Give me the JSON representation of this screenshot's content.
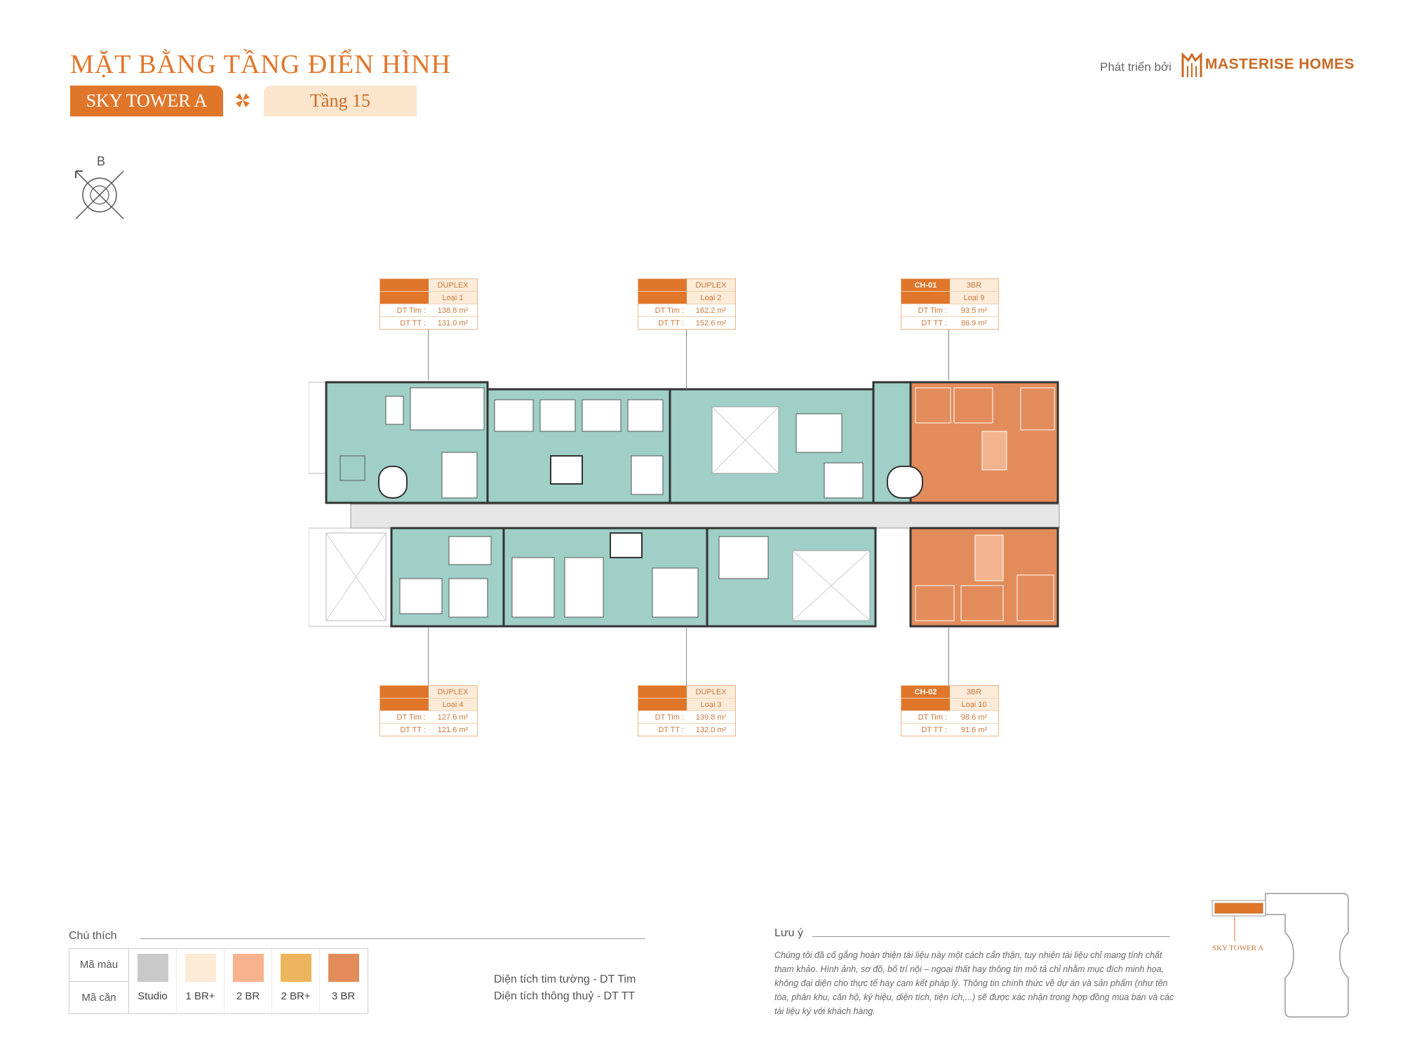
{
  "header": {
    "title": "MẶT BẰNG TẦNG ĐIỂN HÌNH",
    "tower": "SKY TOWER A",
    "floor": "Tầng 15",
    "developer_label": "Phát triển bởi",
    "brand": "MASTERISE HOMES"
  },
  "compass": {
    "direction_letter": "B"
  },
  "units": [
    {
      "code": "",
      "type": "DUPLEX",
      "variant": "Loại 1",
      "k1": "DT Tim :",
      "v1": "138.8 m²",
      "k2": "DT TT :",
      "v2": "131.0 m²"
    },
    {
      "code": "",
      "type": "DUPLEX",
      "variant": "Loại 2",
      "k1": "DT Tim :",
      "v1": "162.2 m²",
      "k2": "DT TT :",
      "v2": "152.6 m²"
    },
    {
      "code": "CH-01",
      "type": "3BR",
      "variant": "Loại 9",
      "k1": "DT Tim :",
      "v1": "93.5 m²",
      "k2": "DT TT :",
      "v2": "86.9 m²"
    },
    {
      "code": "",
      "type": "DUPLEX",
      "variant": "Loại 4",
      "k1": "DT Tim :",
      "v1": "127.6 m²",
      "k2": "DT TT :",
      "v2": "121.6 m²"
    },
    {
      "code": "",
      "type": "DUPLEX",
      "variant": "Loại 3",
      "k1": "DT Tim :",
      "v1": "139.8 m²",
      "k2": "DT TT :",
      "v2": "132.0 m²"
    },
    {
      "code": "CH-02",
      "type": "3BR",
      "variant": "Loại 10",
      "k1": "DT Tim :",
      "v1": "98.6 m²",
      "k2": "DT TT :",
      "v2": "91.6 m²"
    }
  ],
  "legend": {
    "label": "Chú thích",
    "row_color": "Mã màu",
    "row_unit": "Mã căn",
    "items": [
      {
        "name": "Studio",
        "color": "#c9c9c9"
      },
      {
        "name": "1 BR+",
        "color": "#fdebd6"
      },
      {
        "name": "2 BR",
        "color": "#f8b38e"
      },
      {
        "name": "2 BR+",
        "color": "#ecb55d"
      },
      {
        "name": "3 BR",
        "color": "#e28c5c"
      }
    ]
  },
  "area_defs": {
    "tim": "Diện tích tim tường - DT Tim",
    "tt": "Diện tích thông thuỷ - DT TT"
  },
  "note": {
    "label": "Lưu ý",
    "text": "Chúng tôi đã cố gắng hoàn thiện tài liệu này một cách cẩn thận, tuy nhiên tài liệu chỉ mang tính chất tham khảo. Hình ảnh, sơ đồ, bố trí nội – ngoại thất hay thông tin mô tả chỉ nhằm mục đích minh họa, không đại diện cho thực tế hay cam kết pháp lý. Thông tin chính thức về dự án và sản phẩm (như tên tòa, phân khu, căn hộ, ký hiệu, diện tích, tiện ích,...) sẽ được xác nhận trong hợp đồng mua bán và các tài liệu ký với khách hàng."
  },
  "keymap": {
    "label": "SKY TOWER A"
  },
  "colors": {
    "accent": "#e0762a",
    "duplex_teal": "#9fcfc6",
    "threebr_orange": "#e28c5c",
    "corridor": "#e6e6e6"
  }
}
